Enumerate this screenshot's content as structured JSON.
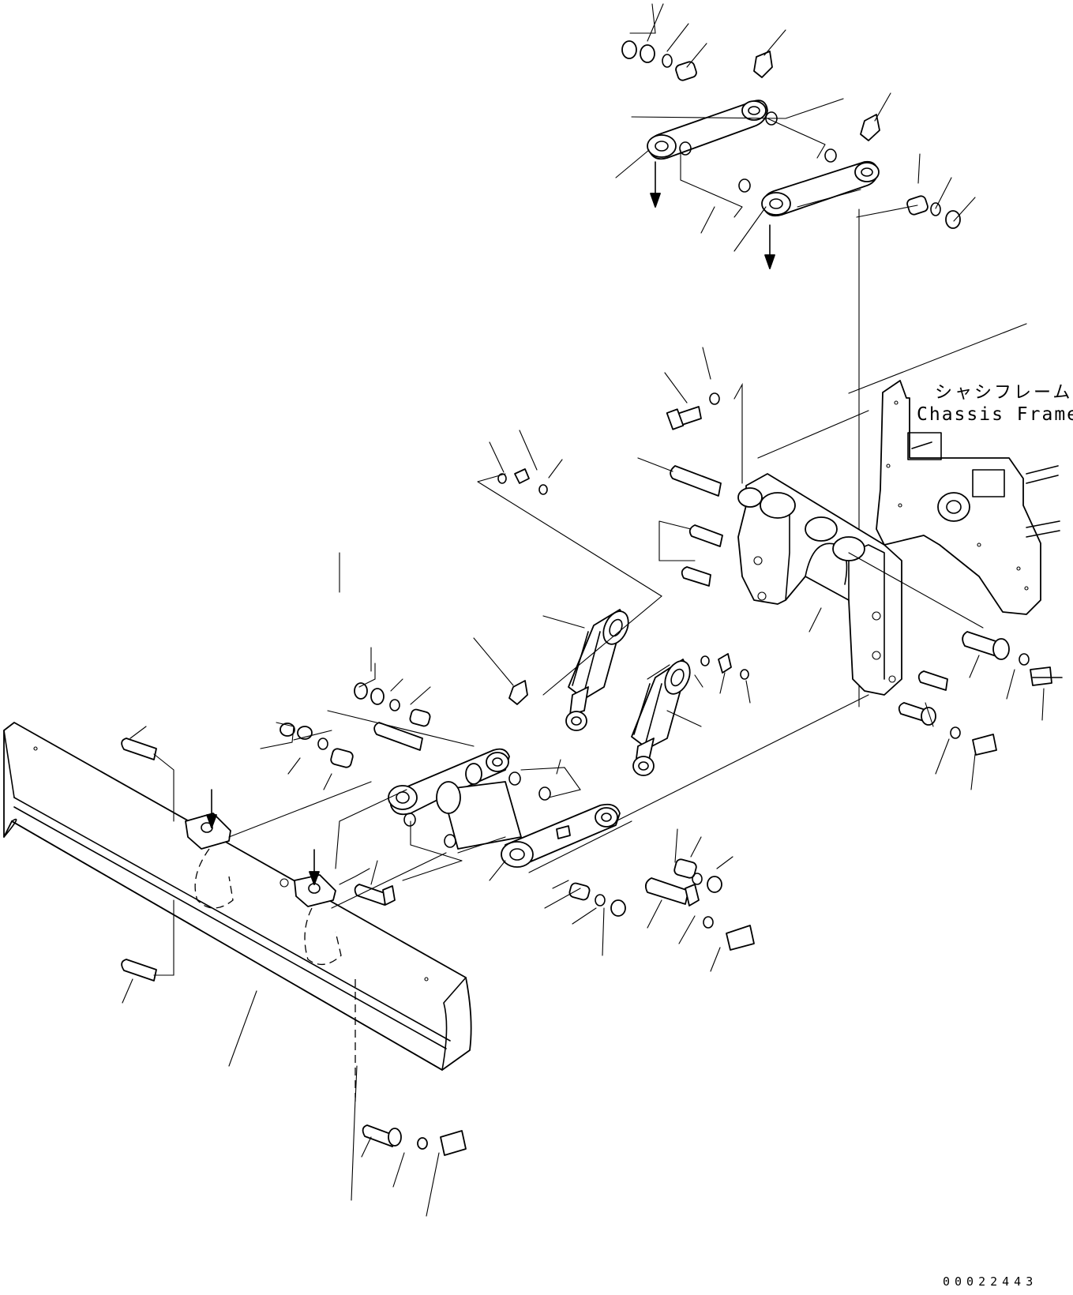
{
  "labels": {
    "chassis_frame_jp": "シャシフレーム",
    "chassis_frame_en": "Chassis Frame",
    "drawing_number": "00022443"
  },
  "colors": {
    "line": "#000000",
    "background": "#ffffff"
  }
}
